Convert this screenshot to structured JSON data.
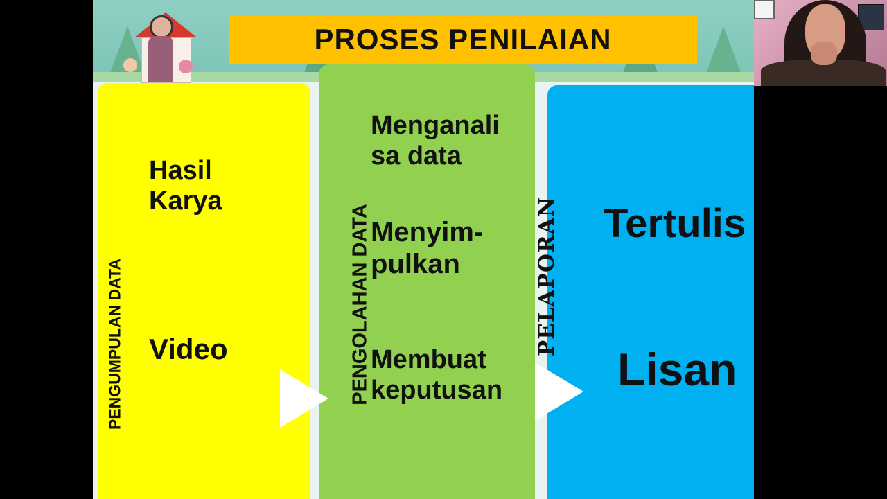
{
  "slide": {
    "title": "PROSES PENILAIAN",
    "columns": [
      {
        "label": "PENGUMPULAN DATA",
        "color": "#ffff00",
        "items": [
          "Hasil Karya",
          "Video"
        ]
      },
      {
        "label": "PENGOLAHAN DATA",
        "color": "#92d050",
        "items": [
          "Menganalisa data",
          "Menyim-pulkan",
          "Membuat keputusan"
        ]
      },
      {
        "label": "PELAPORAN",
        "color": "#00b0f0",
        "items": [
          "Tertulis",
          "Lisan"
        ]
      }
    ],
    "title_color": "#ffc000"
  },
  "display": {
    "hasil_line1": "Hasil",
    "hasil_line2": "Karya",
    "meng_line1": "Menganali",
    "meng_line2": "sa data",
    "meny_line1": "Menyim-",
    "meny_line2": "pulkan",
    "memb_line1": "Membuat",
    "memb_line2": "keputusan"
  }
}
